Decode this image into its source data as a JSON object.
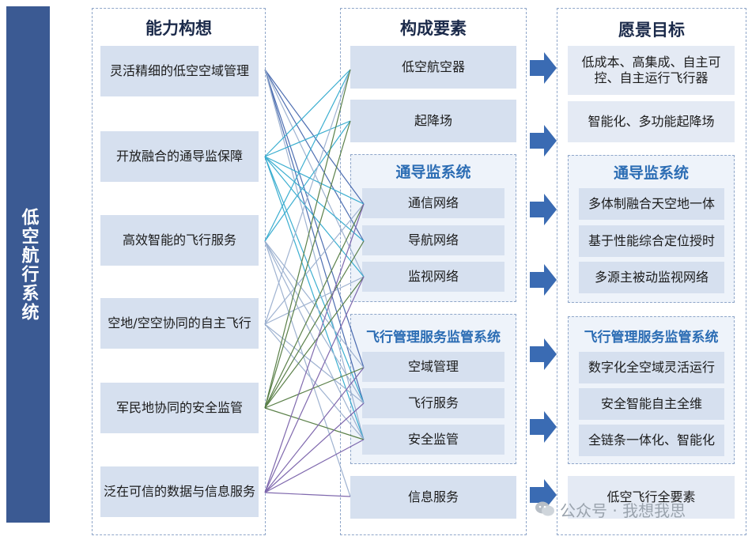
{
  "sidebar": {
    "title": "低空航行系统"
  },
  "capabilities": {
    "title": "能力构想",
    "items": [
      "灵活精细的低空空域管理",
      "开放融合的通导监保障",
      "高效智能的飞行服务",
      "空地/空空协同的自主飞行",
      "军民地协同的安全监管",
      "泛在可信的数据与信息服务"
    ]
  },
  "elements": {
    "title": "构成要素",
    "aircraft": "低空航空器",
    "vertiport": "起降场",
    "cns": {
      "title": "通导监系统",
      "items": [
        "通信网络",
        "导航网络",
        "监视网络"
      ]
    },
    "fms": {
      "title": "飞行管理服务监管系统",
      "items": [
        "空域管理",
        "飞行服务",
        "安全监管"
      ]
    },
    "info": "信息服务"
  },
  "vision": {
    "title": "愿景目标",
    "item1": "低成本、高集成、自主可控、自主运行飞行器",
    "item2": "智能化、多功能起降场",
    "cns": {
      "title": "通导监系统",
      "items": [
        "多体制融合天空地一体",
        "基于性能综合定位授时",
        "多源主被动监视网络"
      ]
    },
    "fms": {
      "title": "飞行管理服务监管系统",
      "items": [
        "数字化全空域灵活运行",
        "安全智能自主全维",
        "全链条一体化、智能化"
      ]
    },
    "item_last": "低空飞行全要素"
  },
  "watermark": "公众号 · 我想我思",
  "colors": {
    "sidebar": "#3b5a93",
    "box": "#d6e0ef",
    "arrow": "#3a6bb3",
    "subtitle": "#2c6db4",
    "line_palette": [
      "#2f55a4",
      "#1aa0c8",
      "#3f6b2a",
      "#6a4fa0",
      "#8fa6c9"
    ]
  }
}
